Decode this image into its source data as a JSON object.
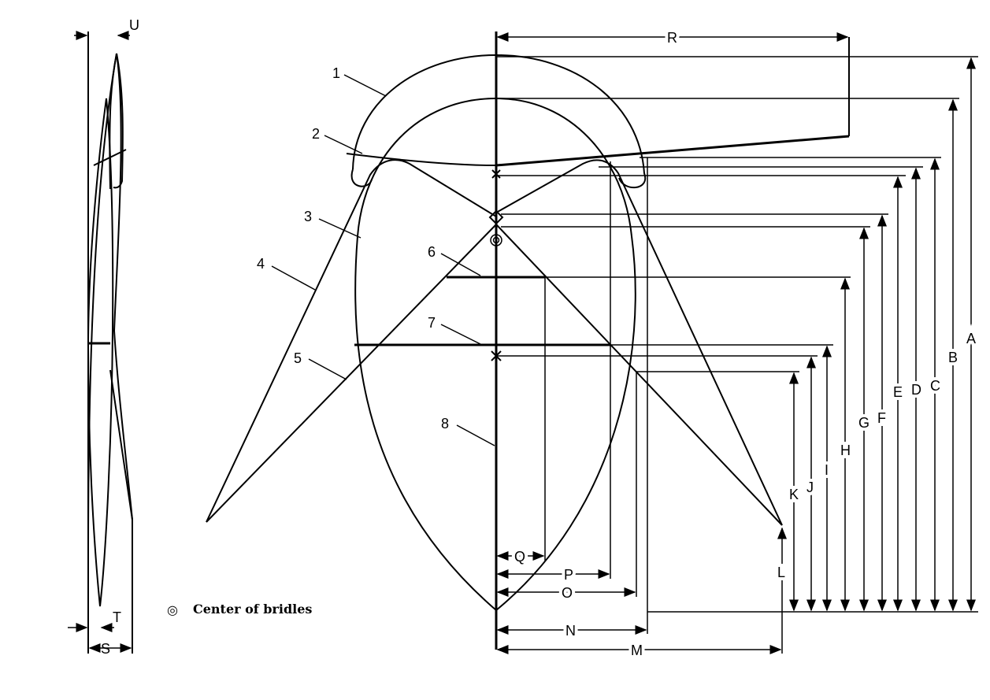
{
  "part_labels": [
    "1",
    "2",
    "3",
    "4",
    "5",
    "6",
    "7",
    "8"
  ],
  "dimension_labels": {
    "A": "A",
    "B": "B",
    "C": "C",
    "D": "D",
    "E": "E",
    "F": "F",
    "G": "G",
    "H": "H",
    "I": "I",
    "J": "J",
    "K": "K",
    "L": "L",
    "M": "M",
    "N": "N",
    "O": "O",
    "P": "P",
    "Q": "Q",
    "R": "R",
    "S": "S",
    "T": "T",
    "U": "U"
  },
  "legend": {
    "symbol": "◎",
    "text": "Center of bridles"
  },
  "colors": {
    "ink": "#000000",
    "background": "#ffffff"
  }
}
